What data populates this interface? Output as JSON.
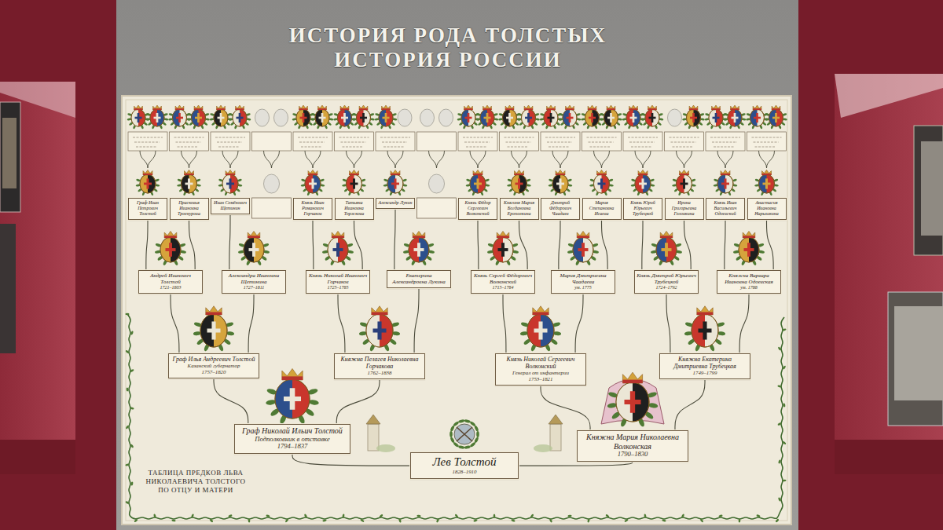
{
  "diagram": {
    "title": "ИСТОРИЯ РОДА ТОЛСТЫХ ИСТОРИЯ РОССИИ",
    "nodes": [
      {
        "text": [
          "Граф Иван Петрович Толстой"
        ]
      },
      {
        "text": [
          "Прасковья Ивановна Троекурова"
        ]
      },
      {
        "text": [
          "Иван Семёнович Щетинин"
        ]
      },
      {
        "text": [
          "Князь Иван Романович Горчаков"
        ]
      },
      {
        "text": [
          "Татьяна Ивановна Торжкова"
        ]
      },
      {
        "text": [
          "Александр Лукин"
        ]
      },
      {
        "text": [
          "Князь Фёдор Сергеевич Волконский"
        ]
      },
      {
        "text": [
          "Княгиня Мария Богдановна Ерополкина"
        ]
      },
      {
        "text": [
          "Дмитрий Фёдорович Чаадаев"
        ]
      },
      {
        "text": [
          "Мария Степановна Исаева"
        ]
      },
      {
        "text": [
          "Князь Юрий Юрьевич Трубецкой"
        ]
      },
      {
        "text": [
          "Ирина Григорьевна Головкина"
        ]
      },
      {
        "text": [
          "Князь Иван Васильевич Одоевский"
        ]
      },
      {
        "text": [
          "Анастасия Ивановна Нарышкина"
        ]
      },
      {
        "text": [
          "Андрей Иванович Толстой",
          "1721–1803"
        ]
      },
      {
        "text": [
          "Александра Ивановна Щетинина",
          "1727–1811"
        ]
      },
      {
        "text": [
          "Князь Николай Иванович Горчаков",
          "1725–1785"
        ]
      },
      {
        "text": [
          "Екатерина Александровна Лукина"
        ]
      },
      {
        "text": [
          "Князь Сергей Фёдорович Волконский",
          "1715–1784"
        ]
      },
      {
        "text": [
          "Мария Дмитриевна Чаадаева",
          "ум. 1775"
        ]
      },
      {
        "text": [
          "Князь Дмитрий Юрьевич Трубецкой",
          "1724–1792"
        ]
      },
      {
        "text": [
          "Княжна Варвара Ивановна Одоевская",
          "ум. 1788"
        ]
      },
      {
        "text": [
          "Граф Илья Андреевич Толстой",
          "Казанский губернатор",
          "1757–1820"
        ]
      },
      {
        "text": [
          "Княжна Пелагея Николаевна Горчакова",
          "1762–1838"
        ]
      },
      {
        "text": [
          "Князь Николай Сергеевич Волконский",
          "Генерал от инфантерии",
          "1753–1821"
        ]
      },
      {
        "text": [
          "Княжна Екатерина Дмитриевна Трубецкая",
          "1749–1799"
        ]
      },
      {
        "text": [
          "Граф Николай Ильич Толстой",
          "Подполковник в отставке",
          "1794–1837"
        ]
      },
      {
        "text": [
          "Княжна Мария Николаевна Волконская",
          "1790–1830"
        ]
      },
      {
        "text": [
          "Лев Толстой",
          "1828–1910"
        ]
      }
    ],
    "edges": [
      {
        "from": 0,
        "to": 14,
        "arrow": "none"
      },
      {
        "from": 1,
        "to": 14,
        "arrow": "none"
      },
      {
        "from": 2,
        "to": 15,
        "arrow": "none"
      },
      {
        "from": 3,
        "to": 16,
        "arrow": "none"
      },
      {
        "from": 4,
        "to": 16,
        "arrow": "none"
      },
      {
        "from": 5,
        "to": 17,
        "arrow": "none"
      },
      {
        "from": 6,
        "to": 18,
        "arrow": "none"
      },
      {
        "from": 7,
        "to": 18,
        "arrow": "none"
      },
      {
        "from": 8,
        "to": 19,
        "arrow": "none"
      },
      {
        "from": 9,
        "to": 19,
        "arrow": "none"
      },
      {
        "from": 10,
        "to": 20,
        "arrow": "none"
      },
      {
        "from": 11,
        "to": 20,
        "arrow": "none"
      },
      {
        "from": 12,
        "to": 21,
        "arrow": "none"
      },
      {
        "from": 13,
        "to": 21,
        "arrow": "none"
      },
      {
        "from": 14,
        "to": 22,
        "arrow": "none"
      },
      {
        "from": 15,
        "to": 22,
        "arrow": "none"
      },
      {
        "from": 16,
        "to": 23,
        "arrow": "none"
      },
      {
        "from": 17,
        "to": 23,
        "arrow": "none"
      },
      {
        "from": 18,
        "to": 24,
        "arrow": "none"
      },
      {
        "from": 19,
        "to": 24,
        "arrow": "none"
      },
      {
        "from": 20,
        "to": 25,
        "arrow": "none"
      },
      {
        "from": 21,
        "to": 25,
        "arrow": "none"
      },
      {
        "from": 22,
        "to": 26,
        "arrow": "none"
      },
      {
        "from": 23,
        "to": 26,
        "arrow": "none"
      },
      {
        "from": 24,
        "to": 27,
        "arrow": "none"
      },
      {
        "from": 25,
        "to": 27,
        "arrow": "none"
      },
      {
        "from": 26,
        "to": 28,
        "arrow": "none"
      },
      {
        "from": 27,
        "to": 28,
        "arrow": "none"
      }
    ],
    "labels": [
      "ТАБЛИЦА ПРЕДКОВ ЛЬВА НИКОЛАЕВИЧА ТОЛСТОГО ПО ОТЦУ И МАТЕРИ"
    ]
  }
}
